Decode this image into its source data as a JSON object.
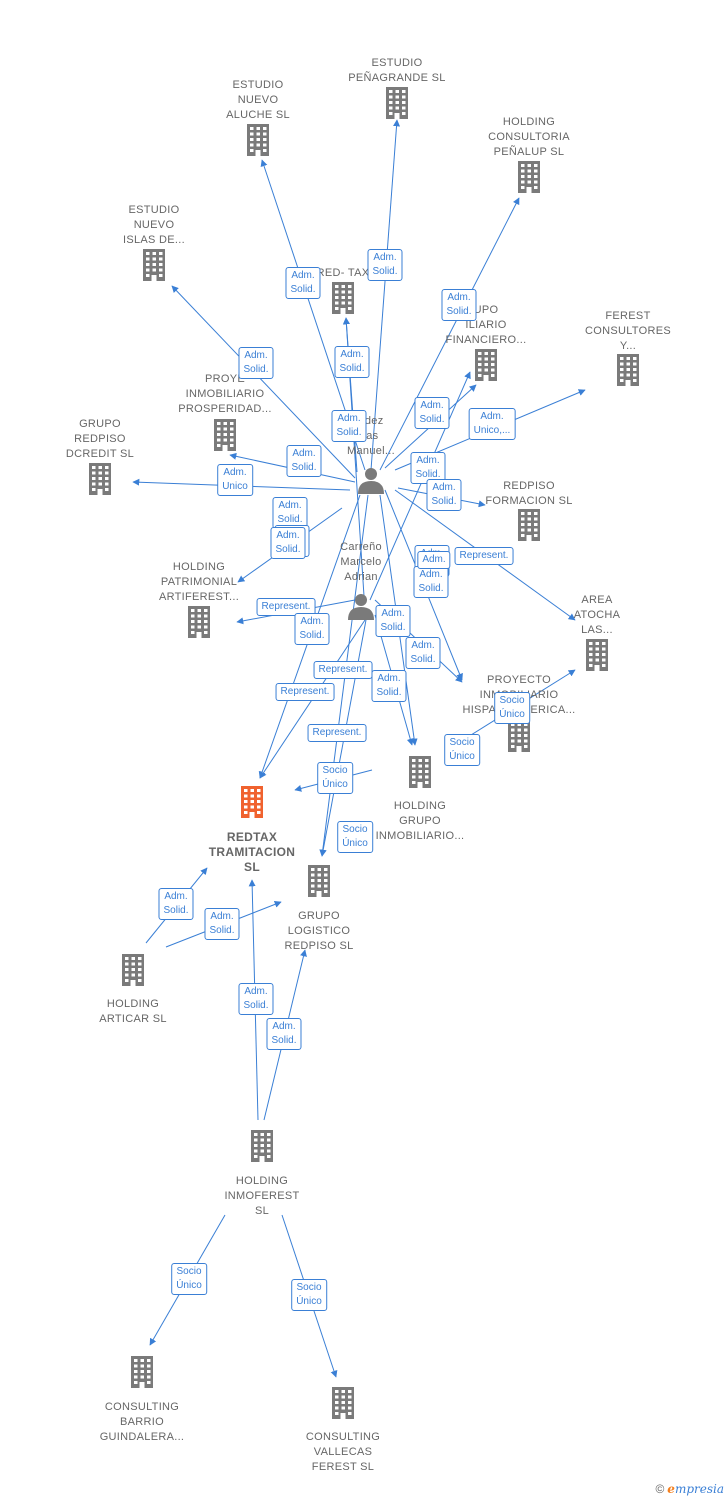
{
  "colors": {
    "edge": "#3a7fd5",
    "building": "#7a7a7a",
    "main": "#f0622e",
    "person": "#7a7a7a",
    "label": "#666666"
  },
  "nodes": [
    {
      "id": "estudio_penagrande",
      "type": "company",
      "lines": [
        "ESTUDIO",
        "PEÑAGRANDE SL"
      ]
    },
    {
      "id": "estudio_aluche",
      "type": "company",
      "lines": [
        "ESTUDIO",
        "NUEVO",
        "ALUCHE SL"
      ]
    },
    {
      "id": "holding_penalup",
      "type": "company",
      "lines": [
        "HOLDING",
        "CONSULTORIA",
        "PEÑALUP  SL"
      ]
    },
    {
      "id": "estudio_islas",
      "type": "company",
      "lines": [
        "ESTUDIO",
        "NUEVO",
        "ISLAS DE..."
      ]
    },
    {
      "id": "red_tax",
      "type": "company",
      "lines": [
        "RED- TAX"
      ]
    },
    {
      "id": "grupo_financiero",
      "type": "company",
      "lines": [
        "UPO",
        "ILIARIO",
        "FINANCIERO..."
      ]
    },
    {
      "id": "ferest_consultores",
      "type": "company",
      "lines": [
        "FEREST",
        "CONSULTORES",
        "Y..."
      ]
    },
    {
      "id": "proyecto_prosperidad",
      "type": "company",
      "lines": [
        "PROYE",
        "INMOBILIARIO",
        "PROSPERIDAD..."
      ]
    },
    {
      "id": "person_manuel",
      "type": "person",
      "lines": [
        "ndez",
        "ias",
        "Manuel..."
      ]
    },
    {
      "id": "grupo_dcredit",
      "type": "company",
      "lines": [
        "GRUPO",
        "REDPISO",
        "DCREDIT SL"
      ]
    },
    {
      "id": "redpiso_formacion",
      "type": "company",
      "lines": [
        "REDPISO",
        "FORMACION SL"
      ]
    },
    {
      "id": "person_carreno",
      "type": "person",
      "lines": [
        "Carreño",
        "Marcelo",
        "Adrian"
      ]
    },
    {
      "id": "holding_artiferest",
      "type": "company",
      "lines": [
        "HOLDING",
        "PATRIMONIAL",
        "ARTIFEREST..."
      ]
    },
    {
      "id": "area_atocha",
      "type": "company",
      "lines": [
        "AREA",
        "ATOCHA",
        "LAS..."
      ]
    },
    {
      "id": "proyecto_hispano",
      "type": "company",
      "lines": [
        "PROYECTO",
        "INMOBILIARIO",
        "HISPANOAMERICA..."
      ]
    },
    {
      "id": "holding_grupo_inmobiliario",
      "type": "company",
      "lines": [
        "HOLDING",
        "GRUPO",
        "INMOBILIARIO..."
      ]
    },
    {
      "id": "redtax",
      "type": "main",
      "lines": [
        "REDTAX",
        "TRAMITACION",
        "SL"
      ]
    },
    {
      "id": "grupo_logistico",
      "type": "company",
      "lines": [
        "GRUPO",
        "LOGISTICO",
        "REDPISO  SL"
      ]
    },
    {
      "id": "holding_articar",
      "type": "company",
      "lines": [
        "HOLDING",
        "ARTICAR  SL"
      ]
    },
    {
      "id": "holding_inmoferest",
      "type": "company",
      "lines": [
        "HOLDING",
        "INMOFEREST",
        "SL"
      ]
    },
    {
      "id": "consulting_barrio",
      "type": "company",
      "lines": [
        "CONSULTING",
        "BARRIO",
        "GUINDALERA..."
      ]
    },
    {
      "id": "consulting_vallecas",
      "type": "company",
      "lines": [
        "CONSULTING",
        "VALLECAS",
        "FEREST  SL"
      ]
    }
  ],
  "relations": [
    {
      "lines": [
        "Adm.",
        "Solid."
      ]
    },
    {
      "lines": [
        "Adm.",
        "Solid."
      ]
    },
    {
      "lines": [
        "Adm.",
        "Solid."
      ]
    },
    {
      "lines": [
        "Adm.",
        "Solid."
      ]
    },
    {
      "lines": [
        "Adm.",
        "Solid."
      ]
    },
    {
      "lines": [
        "Adm.",
        "Solid."
      ]
    },
    {
      "lines": [
        "Adm.",
        "Solid."
      ]
    },
    {
      "lines": [
        "Adm.",
        "Unico,..."
      ]
    },
    {
      "lines": [
        "Adm.",
        "Solid."
      ]
    },
    {
      "lines": [
        "Adm.",
        "Unico"
      ]
    },
    {
      "lines": [
        "Adm.",
        "Solid."
      ]
    },
    {
      "lines": [
        "Adm.",
        "Solid."
      ]
    },
    {
      "lines": [
        "Adm.",
        "Solid."
      ]
    },
    {
      "lines": [
        "Adm.",
        "Solid."
      ]
    },
    {
      "lines": [
        "Adm.",
        "Solid."
      ]
    },
    {
      "lines": [
        "Represent."
      ]
    },
    {
      "lines": [
        "Adm.",
        "Solid."
      ]
    },
    {
      "lines": [
        "Adm.",
        "Solid."
      ]
    },
    {
      "lines": [
        "Represent."
      ]
    },
    {
      "lines": [
        "Adm.",
        "Solid."
      ]
    },
    {
      "lines": [
        "Adm.",
        "Solid."
      ]
    },
    {
      "lines": [
        "Represent."
      ]
    },
    {
      "lines": [
        "Represent."
      ]
    },
    {
      "lines": [
        "Adm.",
        "Solid."
      ]
    },
    {
      "lines": [
        "Socio",
        "Único"
      ]
    },
    {
      "lines": [
        "Socio",
        "Único"
      ]
    },
    {
      "lines": [
        "Represent."
      ]
    },
    {
      "lines": [
        "Socio",
        "Único"
      ]
    },
    {
      "lines": [
        "Socio",
        "Único"
      ]
    },
    {
      "lines": [
        "Adm.",
        "Solid."
      ]
    },
    {
      "lines": [
        "Adm.",
        "Solid."
      ]
    },
    {
      "lines": [
        "Adm.",
        "Solid."
      ]
    },
    {
      "lines": [
        "Adm.",
        "Solid."
      ]
    },
    {
      "lines": [
        "Socio",
        "Único"
      ]
    },
    {
      "lines": [
        "Socio",
        "Único"
      ]
    },
    {
      "lines": [
        "Adm.",
        "Solid."
      ]
    },
    {
      "lines": [
        "Adm."
      ]
    }
  ],
  "footer": {
    "copyright": "©",
    "brand_initial": "e",
    "brand_rest": "mpresia"
  }
}
